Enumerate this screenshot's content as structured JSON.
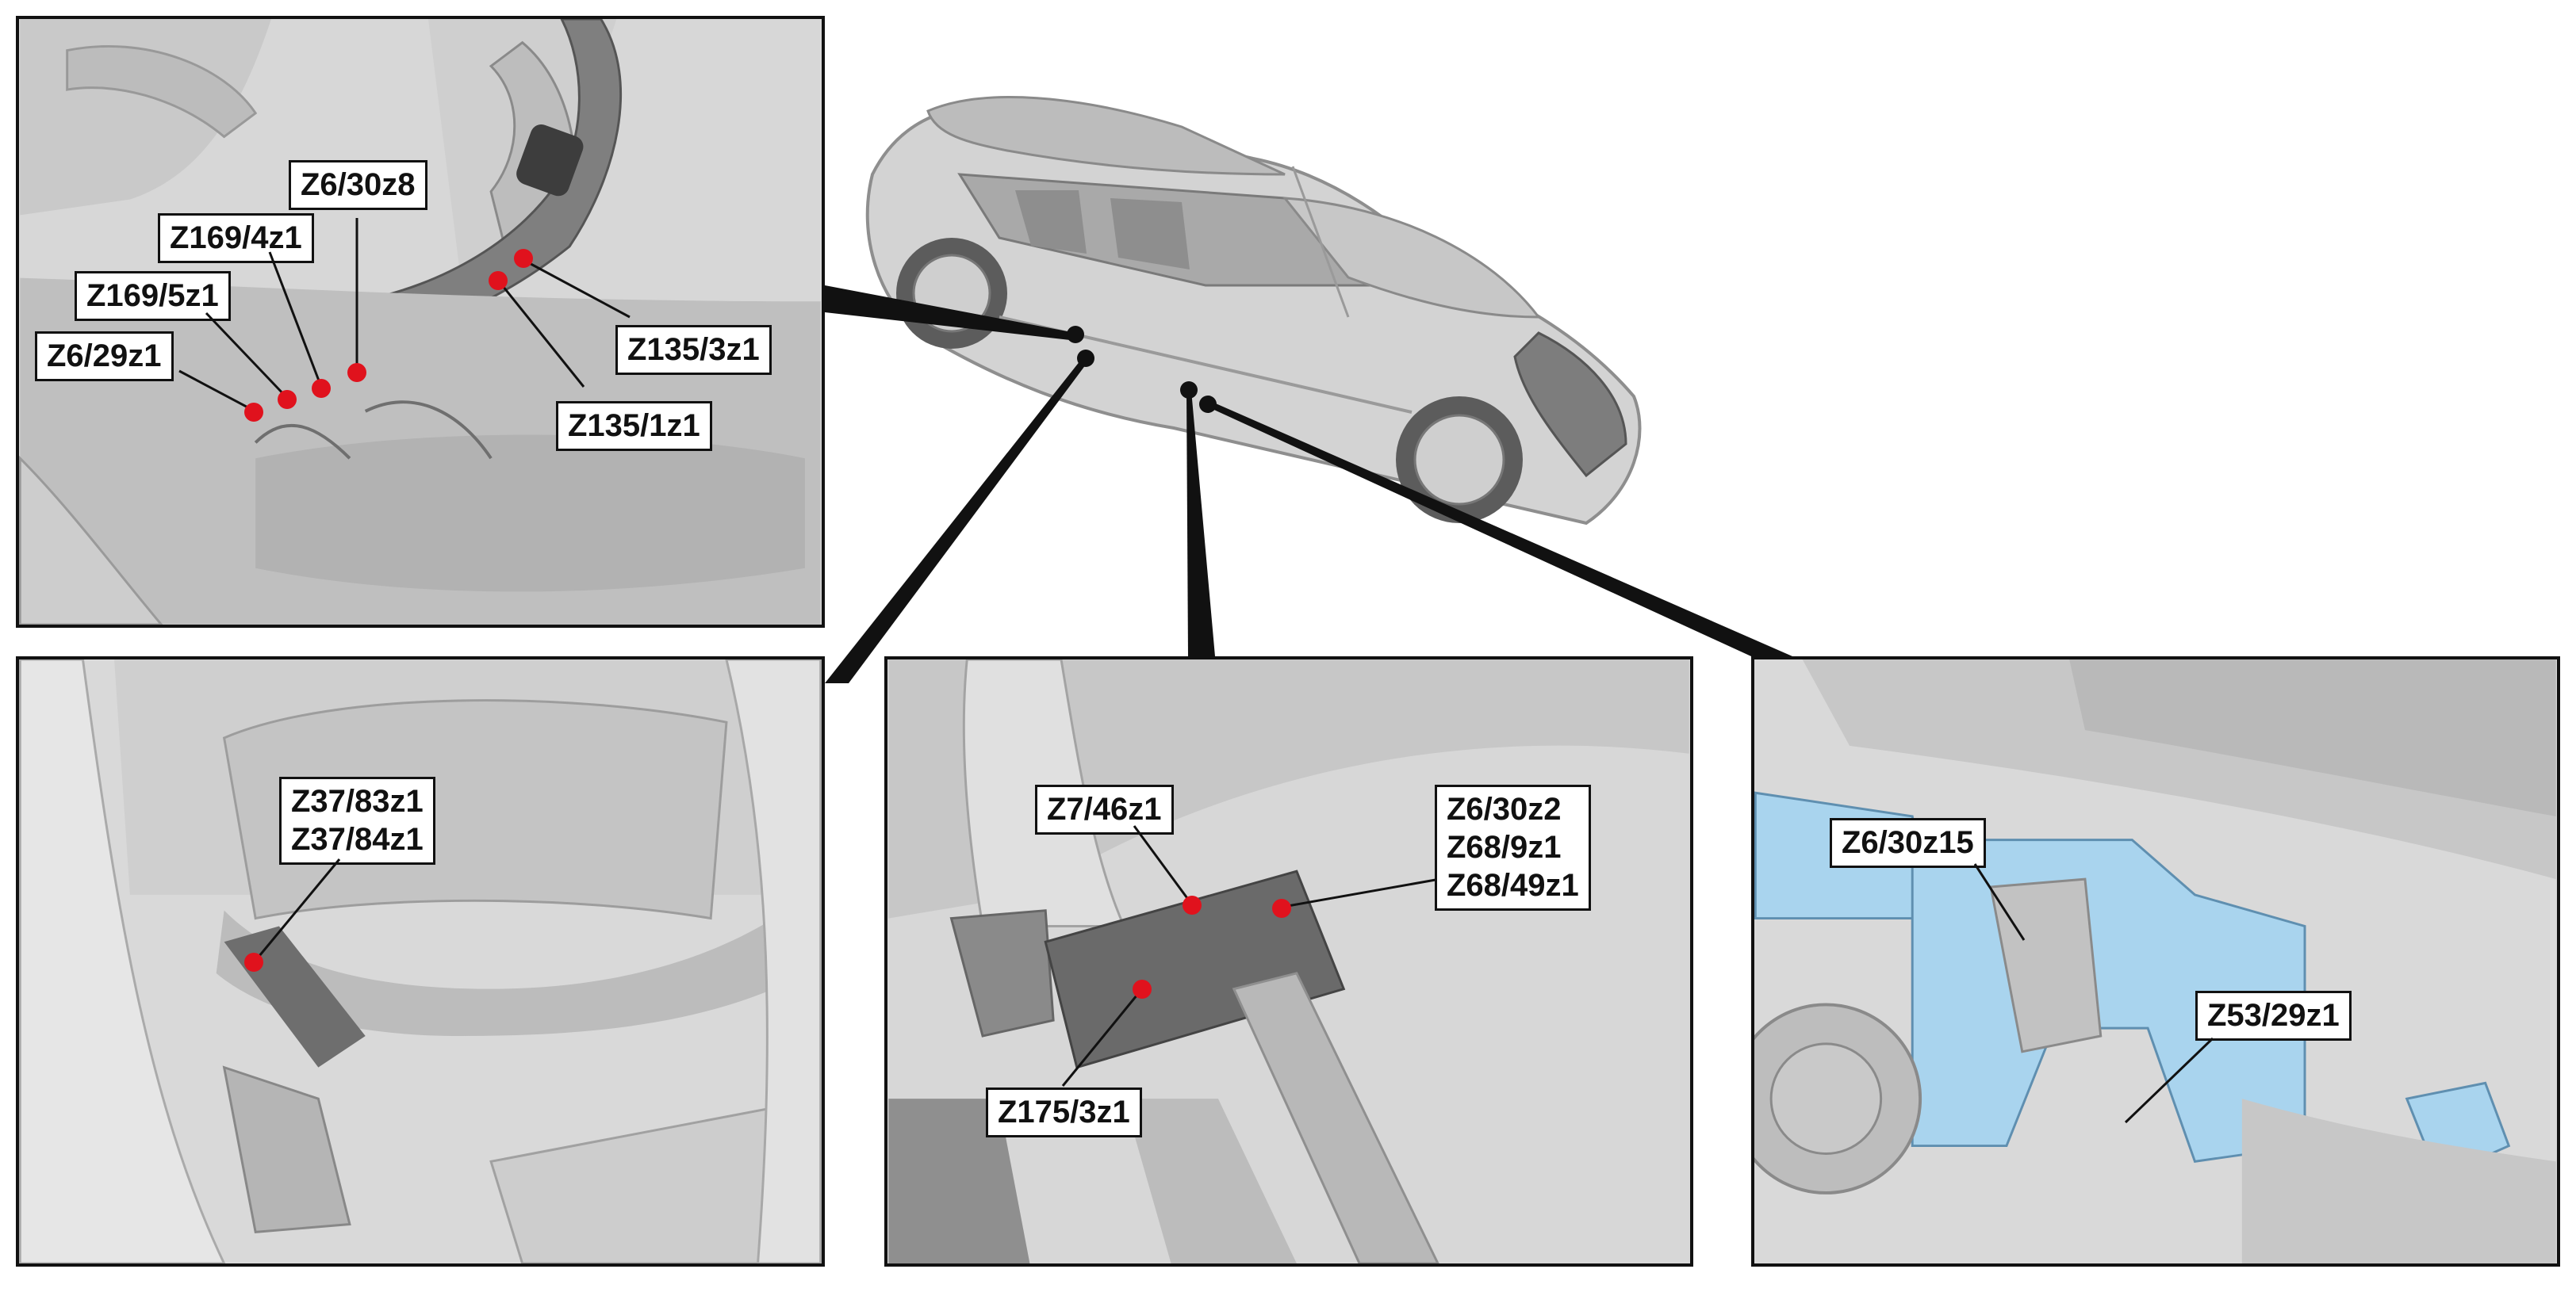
{
  "panel_top_left": {
    "labels": {
      "z6_30z8": "Z6/30z8",
      "z169_4z1": "Z169/4z1",
      "z169_5z1": "Z169/5z1",
      "z6_29z1": "Z6/29z1",
      "z135_3z1": "Z135/3z1",
      "z135_1z1": "Z135/1z1"
    }
  },
  "panel_bottom_left": {
    "labels": {
      "line1": "Z37/83z1",
      "line2": "Z37/84z1"
    }
  },
  "panel_bottom_middle": {
    "labels": {
      "z7_46z1": "Z7/46z1",
      "group_line1": "Z6/30z2",
      "group_line2": "Z68/9z1",
      "group_line3": "Z68/49z1",
      "z175_3z1": "Z175/3z1"
    }
  },
  "panel_bottom_right": {
    "labels": {
      "z6_30z15": "Z6/30z15",
      "z53_29z1": "Z53/29z1"
    },
    "highlight_color": "#a9d4ee"
  },
  "colors": {
    "marker": "#e0121d",
    "callout_line": "#111111",
    "panel_bg": "#d9d9d9"
  }
}
